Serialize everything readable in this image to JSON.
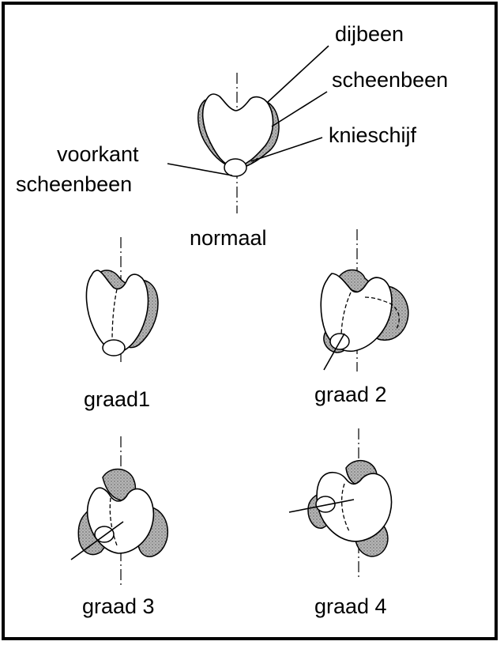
{
  "labels": {
    "femur": "dijbeen",
    "tibia": "scheenbeen",
    "patella": "knieschijf",
    "tibia_front_line1": "voorkant",
    "tibia_front_line2": "scheenbeen"
  },
  "grades": {
    "normal": "normaal",
    "g1": "graad1",
    "g2": "graad 2",
    "g3": "graad 3",
    "g4": "graad 4"
  },
  "colors": {
    "ink": "#000000",
    "shade": "#9a9a9a",
    "background": "#ffffff"
  }
}
